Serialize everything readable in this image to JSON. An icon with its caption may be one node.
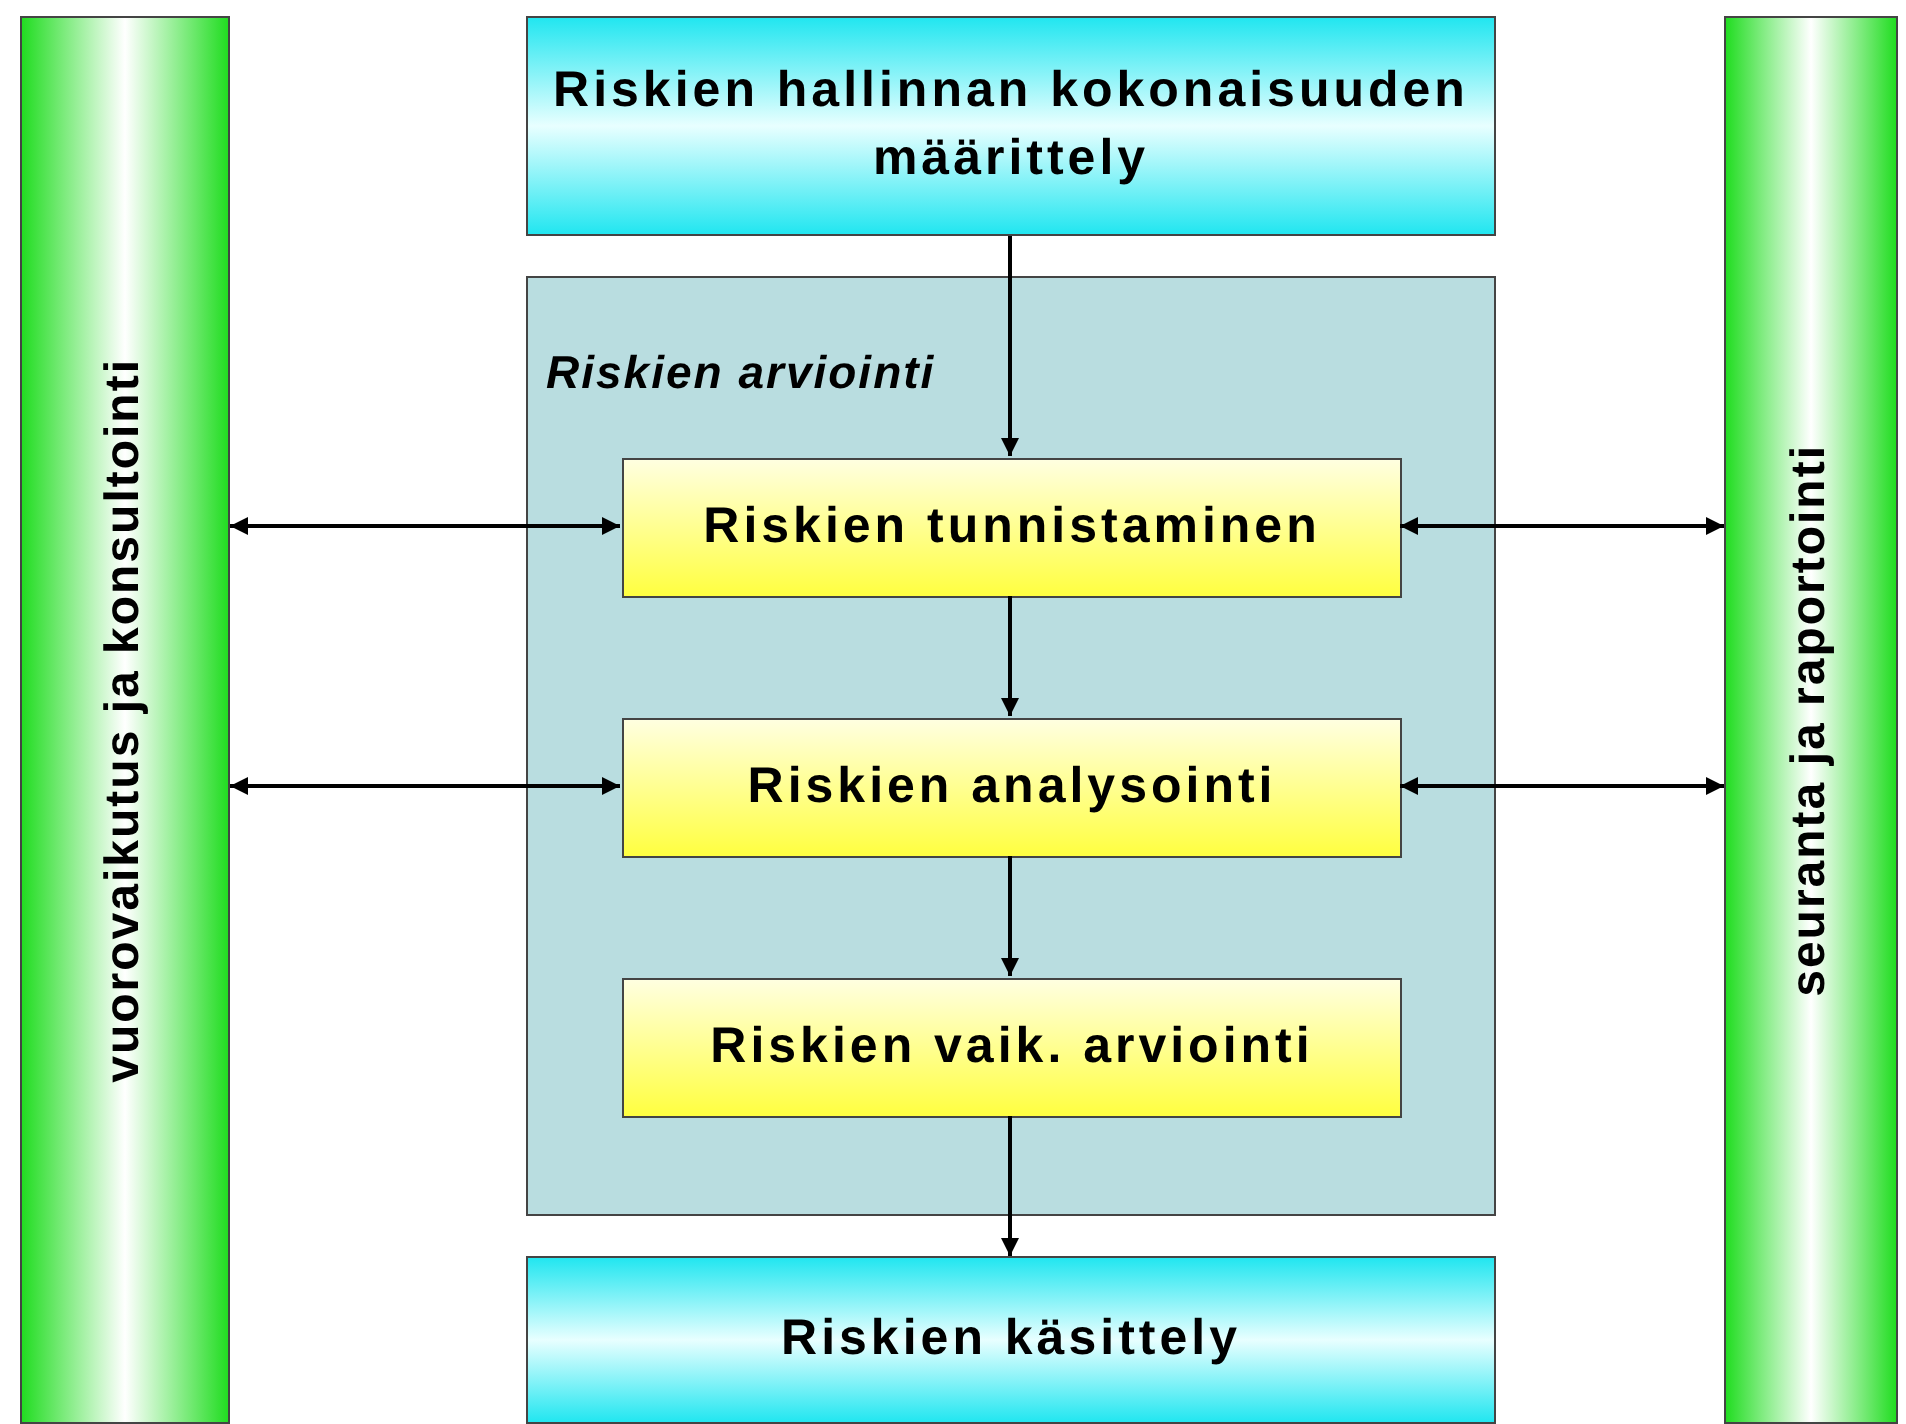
{
  "diagram": {
    "nodes": [
      {
        "text": [
          "vuorovaikutus ja konsultointi"
        ]
      },
      {
        "text": [
          "Riskien hallinnan kokonaisuuden määrittely"
        ]
      },
      {
        "text": [
          "Riskien arviointi"
        ]
      },
      {
        "text": [
          "Riskien tunnistaminen"
        ],
        "in": 2
      },
      {
        "text": [
          "Riskien analysointi"
        ],
        "in": 2
      },
      {
        "text": [
          "Riskien vaik. arviointi"
        ],
        "in": 2
      },
      {
        "text": [
          "Riskien käsittely"
        ]
      },
      {
        "text": [
          "seuranta ja raportointi"
        ]
      }
    ],
    "edges": [
      {
        "from": 1,
        "to": 3,
        "arrow": "to"
      },
      {
        "from": 3,
        "to": 4,
        "arrow": "to"
      },
      {
        "from": 4,
        "to": 5,
        "arrow": "to"
      },
      {
        "from": 5,
        "to": 6,
        "arrow": "to"
      },
      {
        "from": 0,
        "to": 3,
        "arrow": "both"
      },
      {
        "from": 0,
        "to": 4,
        "arrow": "both"
      },
      {
        "from": 3,
        "to": 7,
        "arrow": "both"
      },
      {
        "from": 4,
        "to": 7,
        "arrow": "both"
      }
    ]
  }
}
